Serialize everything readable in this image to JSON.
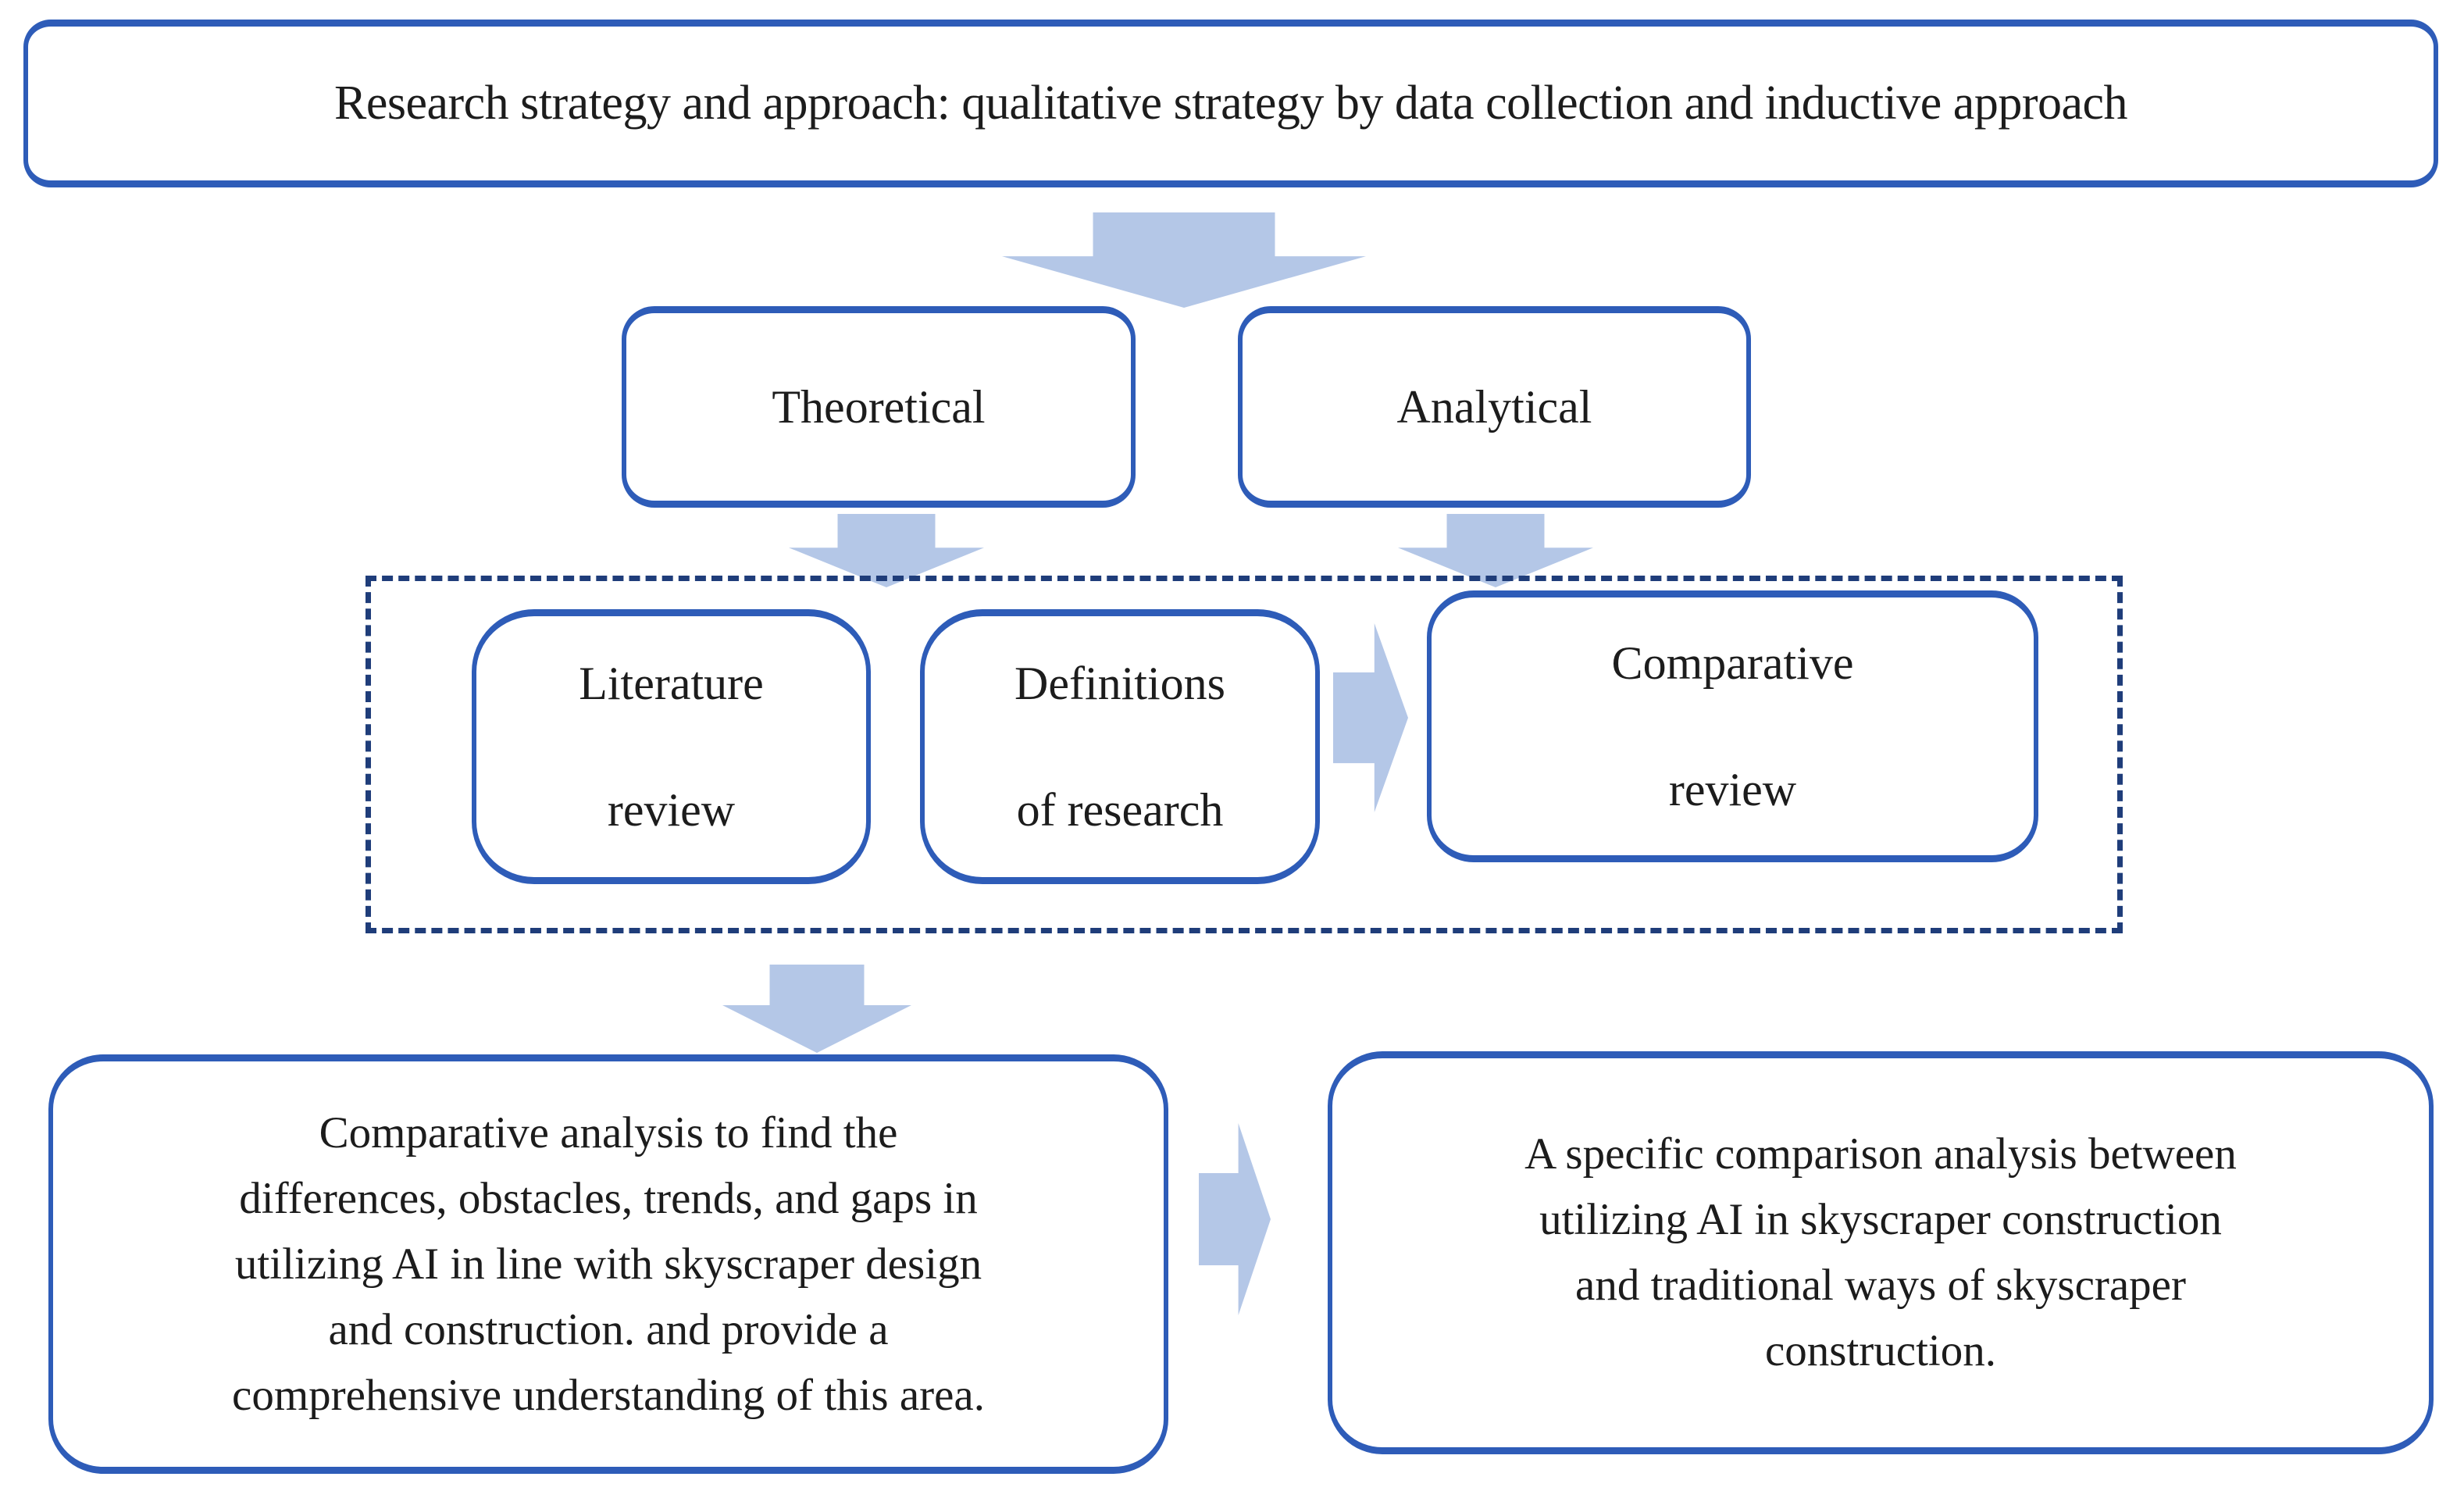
{
  "colors": {
    "border-blue": "#2e5cb8",
    "dash-navy": "#1f3d7a",
    "arrow-fill": "#b4c7e7",
    "text-dark": "#1c1c1c",
    "bg": "#ffffff"
  },
  "top_box": {
    "text": "Research strategy and approach: qualitative strategy by data collection and inductive approach"
  },
  "branches": {
    "theoretical": "Theoretical",
    "analytical": "Analytical"
  },
  "dashed_group": {
    "literature_review": {
      "line1": "Literature",
      "line2": "review"
    },
    "definitions": {
      "line1": "Definitions",
      "line2": "of research"
    },
    "comparative_review": {
      "line1": "Comparative",
      "line2": "review"
    }
  },
  "outcomes": {
    "comparative_analysis": {
      "lines": [
        "Comparative analysis to find the",
        "differences, obstacles, trends, and gaps in",
        "utilizing AI in line with skyscraper design",
        "and construction. and provide a",
        "comprehensive understanding of this area."
      ]
    },
    "specific_comparison": {
      "lines": [
        "A specific comparison analysis between",
        "utilizing AI in skyscraper construction",
        "and traditional ways of skyscraper",
        "construction."
      ]
    }
  }
}
